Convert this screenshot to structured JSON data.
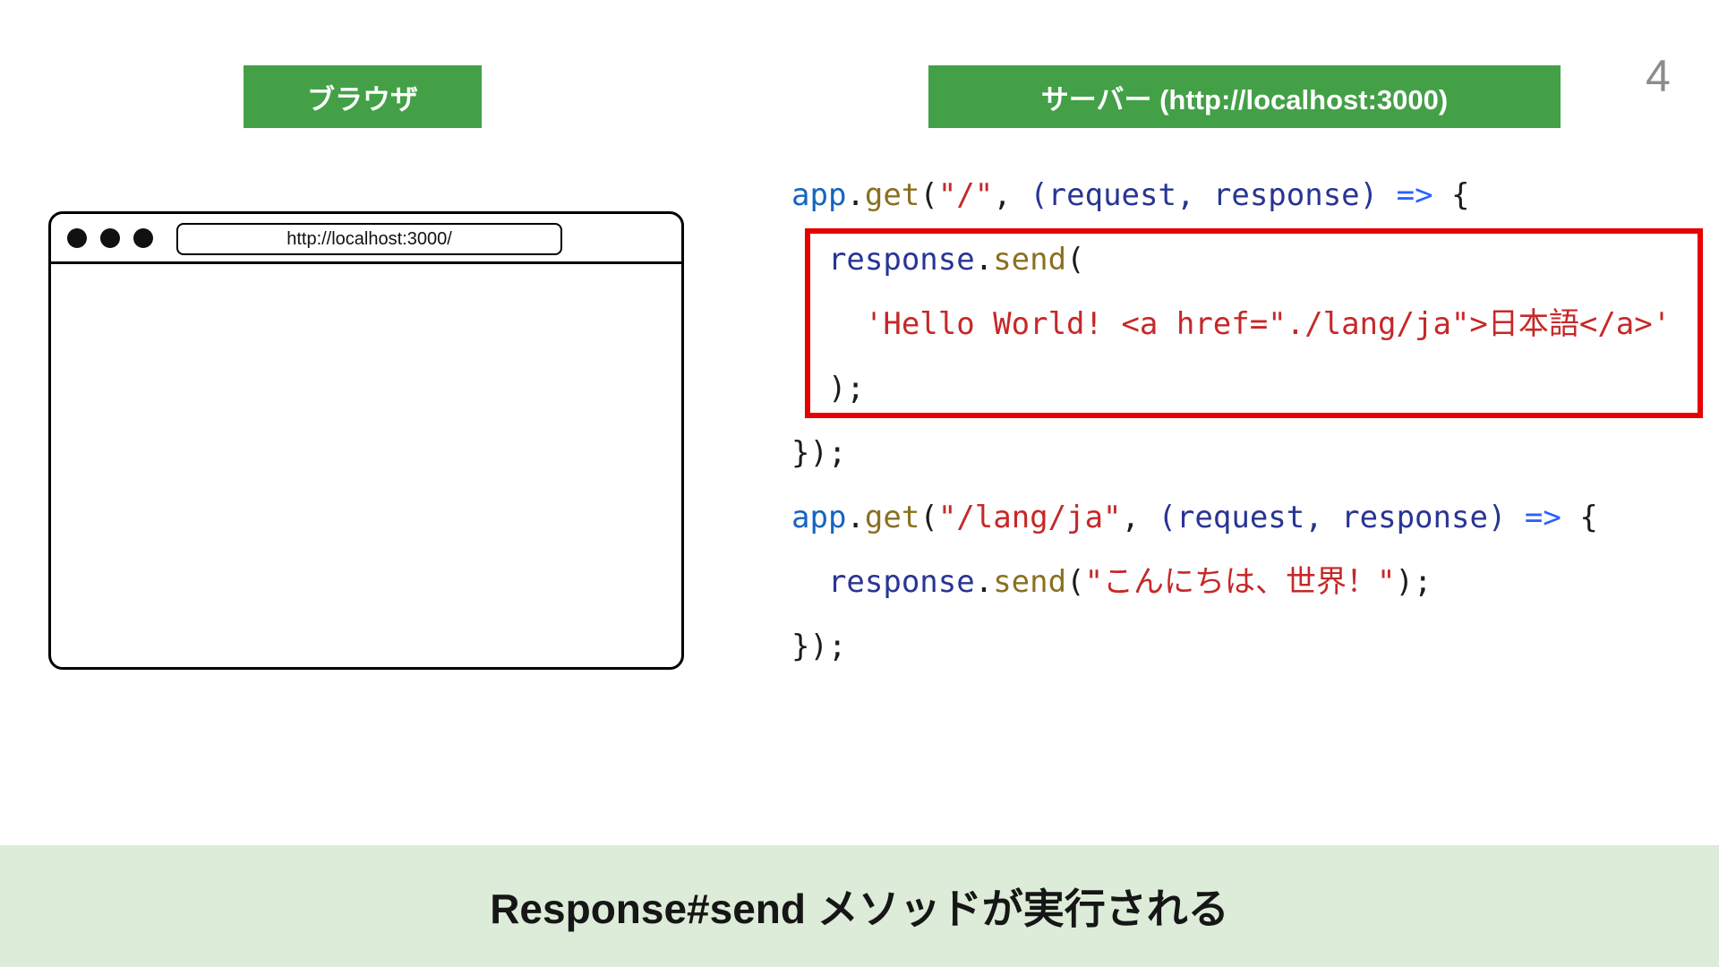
{
  "slide": {
    "page_number": "4",
    "browser_label": "ブラウザ",
    "server_label": "サーバー (http://localhost:3000)",
    "banner_text": "Response#send メソッドが実行される"
  },
  "browser_window": {
    "url": "http://localhost:3000/"
  },
  "code": {
    "colors": {
      "blue": "#1565c0",
      "navy": "#283593",
      "olive": "#8a7021",
      "string": "#c62828",
      "arrow": "#2962ff",
      "plain": "#1c1c1c"
    },
    "lines": [
      {
        "tokens": [
          {
            "t": "app",
            "c": "blue"
          },
          {
            "t": ".",
            "c": "plain"
          },
          {
            "t": "get",
            "c": "olive"
          },
          {
            "t": "(",
            "c": "plain"
          },
          {
            "t": "\"/\"",
            "c": "string"
          },
          {
            "t": ", ",
            "c": "plain"
          },
          {
            "t": "(request, response)",
            "c": "navy"
          },
          {
            "t": " ",
            "c": "plain"
          },
          {
            "t": "=>",
            "c": "arrow"
          },
          {
            "t": " {",
            "c": "plain"
          }
        ]
      },
      {
        "tokens": [
          {
            "t": "  ",
            "c": "plain"
          },
          {
            "t": "response",
            "c": "navy"
          },
          {
            "t": ".",
            "c": "plain"
          },
          {
            "t": "send",
            "c": "olive"
          },
          {
            "t": "(",
            "c": "plain"
          }
        ]
      },
      {
        "tokens": [
          {
            "t": "    'Hello World! <a href=\"./lang/ja\">日本語</a>'",
            "c": "string"
          }
        ]
      },
      {
        "tokens": [
          {
            "t": "  );",
            "c": "plain"
          }
        ]
      },
      {
        "tokens": [
          {
            "t": "});",
            "c": "plain"
          }
        ]
      },
      {
        "tokens": [
          {
            "t": "app",
            "c": "blue"
          },
          {
            "t": ".",
            "c": "plain"
          },
          {
            "t": "get",
            "c": "olive"
          },
          {
            "t": "(",
            "c": "plain"
          },
          {
            "t": "\"/lang/ja\"",
            "c": "string"
          },
          {
            "t": ", ",
            "c": "plain"
          },
          {
            "t": "(request, response)",
            "c": "navy"
          },
          {
            "t": " ",
            "c": "plain"
          },
          {
            "t": "=>",
            "c": "arrow"
          },
          {
            "t": " {",
            "c": "plain"
          }
        ]
      },
      {
        "tokens": [
          {
            "t": "  ",
            "c": "plain"
          },
          {
            "t": "response",
            "c": "navy"
          },
          {
            "t": ".",
            "c": "plain"
          },
          {
            "t": "send",
            "c": "olive"
          },
          {
            "t": "(",
            "c": "plain"
          },
          {
            "t": "\"こんにちは、世界！\"",
            "c": "string"
          },
          {
            "t": ");",
            "c": "plain"
          }
        ]
      },
      {
        "tokens": [
          {
            "t": "});",
            "c": "plain"
          }
        ]
      }
    ]
  },
  "colors": {
    "header_green": "#43a047",
    "banner_green": "#dcecd9",
    "highlight_red": "#e60000",
    "window_border": "#000000",
    "page_number_gray": "#8c8c8c",
    "text_dark": "#111111"
  }
}
